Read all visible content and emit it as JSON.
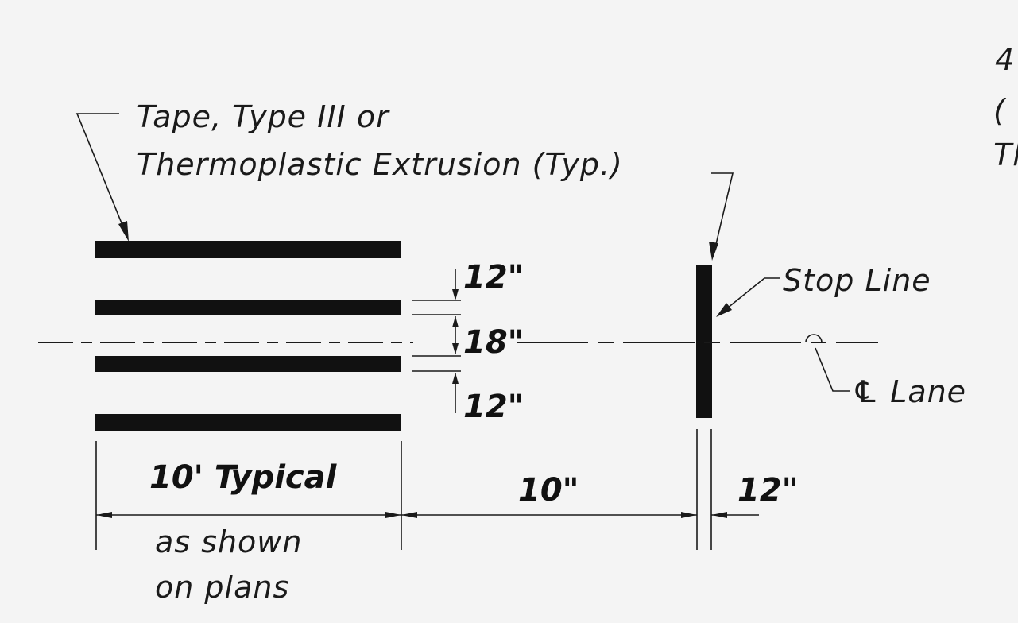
{
  "labels": {
    "tape_note_line1": "Tape, Type III or",
    "tape_note_line2": "Thermoplastic Extrusion (Typ.)",
    "stop_line": "Stop Line",
    "centerline_lane": "℄ Lane",
    "dim_top_gap": "12\"",
    "dim_center_gap": "18\"",
    "dim_bottom_gap": "12\"",
    "length_typical": "10' Typical",
    "length_note_line1": "as shown",
    "length_note_line2": "on plans",
    "dim_setback": "10\"",
    "dim_stop_width": "12\"",
    "partial_right_line1": "4",
    "partial_right_line2": "(",
    "partial_right_line3": "Th"
  }
}
